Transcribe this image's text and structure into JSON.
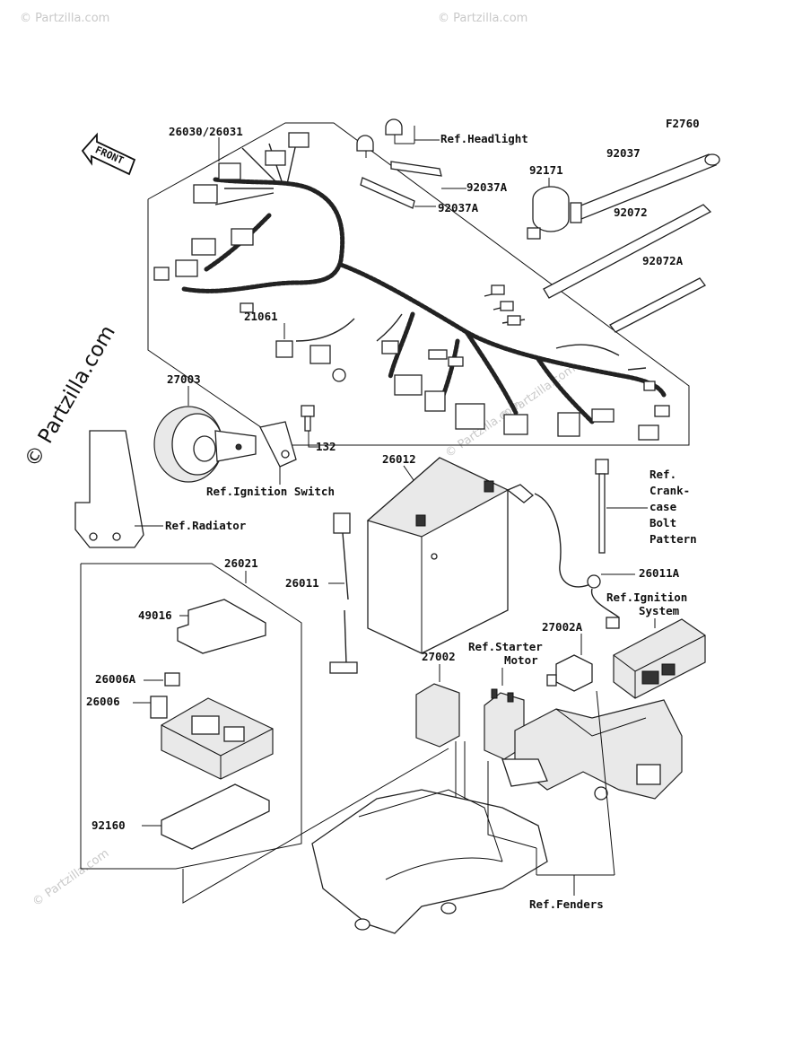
{
  "figure_code": "F2760",
  "front_label": "FRONT",
  "watermark": {
    "brand": "© Partzilla.com",
    "small": "© Partzilla.com"
  },
  "parts": {
    "p26030": "26030/26031",
    "p21061": "21061",
    "p27003": "27003",
    "p132": "132",
    "p26012": "26012",
    "p26011": "26011",
    "p26011A": "26011A",
    "p26021": "26021",
    "p49016": "49016",
    "p26006A": "26006A",
    "p26006": "26006",
    "p92160": "92160",
    "p27002": "27002",
    "p27002A": "27002A",
    "p92171": "92171",
    "p92037": "92037",
    "p92037A_1": "92037A",
    "p92037A_2": "92037A",
    "p92072": "92072",
    "p92072A": "92072A"
  },
  "refs": {
    "headlight": "Ref.Headlight",
    "ignition_switch": "Ref.Ignition Switch",
    "radiator": "Ref.Radiator",
    "crankcase": [
      "Ref.",
      "Crank-",
      "case",
      "Bolt",
      "Pattern"
    ],
    "ignition_system": [
      "Ref.Ignition",
      "System"
    ],
    "starter_motor": [
      "Ref.Starter",
      "Motor"
    ],
    "fenders": "Ref.Fenders"
  }
}
